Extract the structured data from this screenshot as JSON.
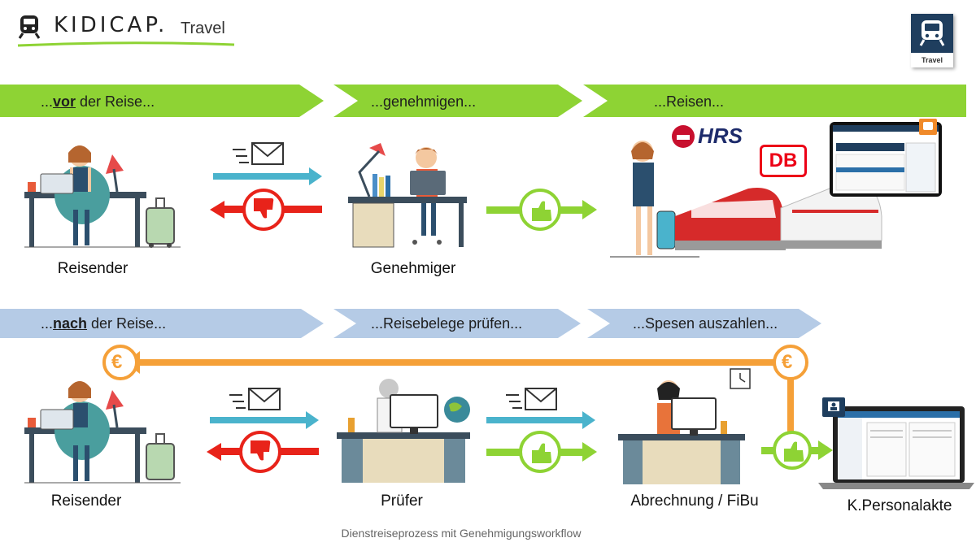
{
  "brand": {
    "name": "KIDICAP.",
    "product": "Travel",
    "badge_label": "Travel",
    "accent": "#8ed334",
    "badge_color": "#1f3e5e"
  },
  "row1": {
    "stages": [
      {
        "prefix": "...",
        "strong": "vor",
        "suffix": " der Reise..."
      },
      {
        "text": "...genehmigen..."
      },
      {
        "text": "...Reisen..."
      }
    ],
    "roles": [
      "Reisender",
      "Genehmiger"
    ],
    "logos": {
      "hrs": "HRS",
      "db": "DB"
    }
  },
  "row2": {
    "stages": [
      {
        "prefix": "...",
        "strong": "nach",
        "suffix": " der Reise..."
      },
      {
        "text": "...Reisebelege prüfen..."
      },
      {
        "text": "...Spesen auszahlen..."
      }
    ],
    "roles": [
      "Reisender",
      "Prüfer",
      "Abrechnung / FiBu",
      "K.Personalakte"
    ]
  },
  "symbols": {
    "euro": "€"
  },
  "caption": "Dienstreiseprozess mit Genehmigungsworkflow",
  "colors": {
    "green": "#8ed334",
    "blue_bar": "#b5cbe6",
    "teal_arrow": "#4ab3cc",
    "red_arrow": "#e8231a",
    "green_arrow": "#8ed334",
    "orange": "#f5a038"
  },
  "icons": [
    "train-icon",
    "envelope-icon",
    "thumbs-up-icon",
    "thumbs-down-icon",
    "euro-icon",
    "clock-icon",
    "person-card-icon"
  ]
}
